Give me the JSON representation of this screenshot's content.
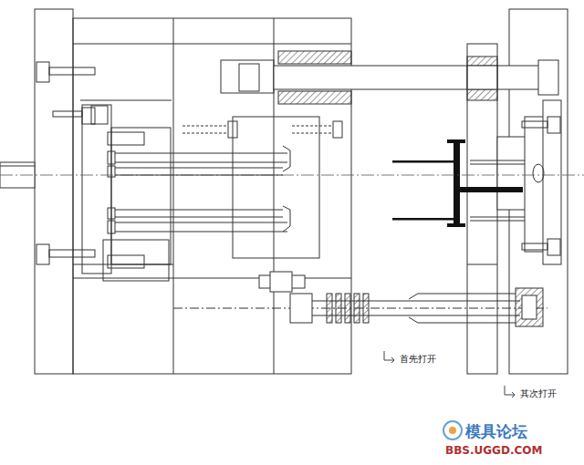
{
  "diagram": {
    "labels": [
      "首先打开",
      "其次打开",
      "模具论坛",
      "BBS.UGGD.COM"
    ]
  }
}
